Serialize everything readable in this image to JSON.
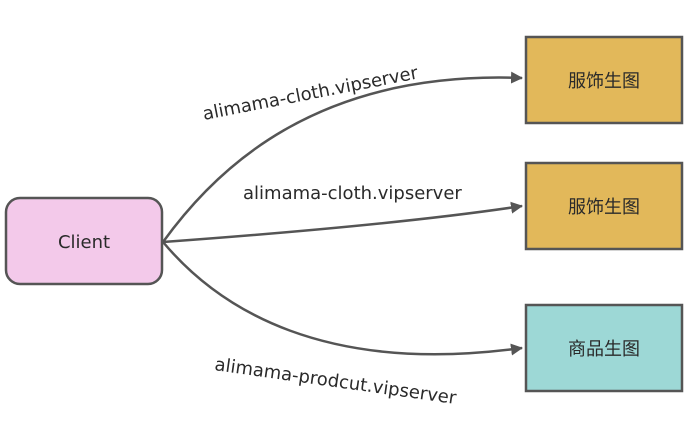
{
  "diagram": {
    "client": {
      "label": "Client",
      "fill": "#f3c9ea",
      "stroke": "#555555"
    },
    "targets": [
      {
        "label": "服饰生图",
        "fill": "#e2b85a",
        "stroke": "#555555"
      },
      {
        "label": "服饰生图",
        "fill": "#e2b85a",
        "stroke": "#555555"
      },
      {
        "label": "商品生图",
        "fill": "#9dd8d6",
        "stroke": "#555555"
      }
    ],
    "edges": [
      {
        "label": "alimama-cloth.vipserver",
        "from": "Client",
        "to_index": 0
      },
      {
        "label": "alimama-cloth.vipserver",
        "from": "Client",
        "to_index": 1
      },
      {
        "label": "alimama-prodcut.vipserver",
        "from": "Client",
        "to_index": 2
      }
    ],
    "line_color": "#555555"
  }
}
